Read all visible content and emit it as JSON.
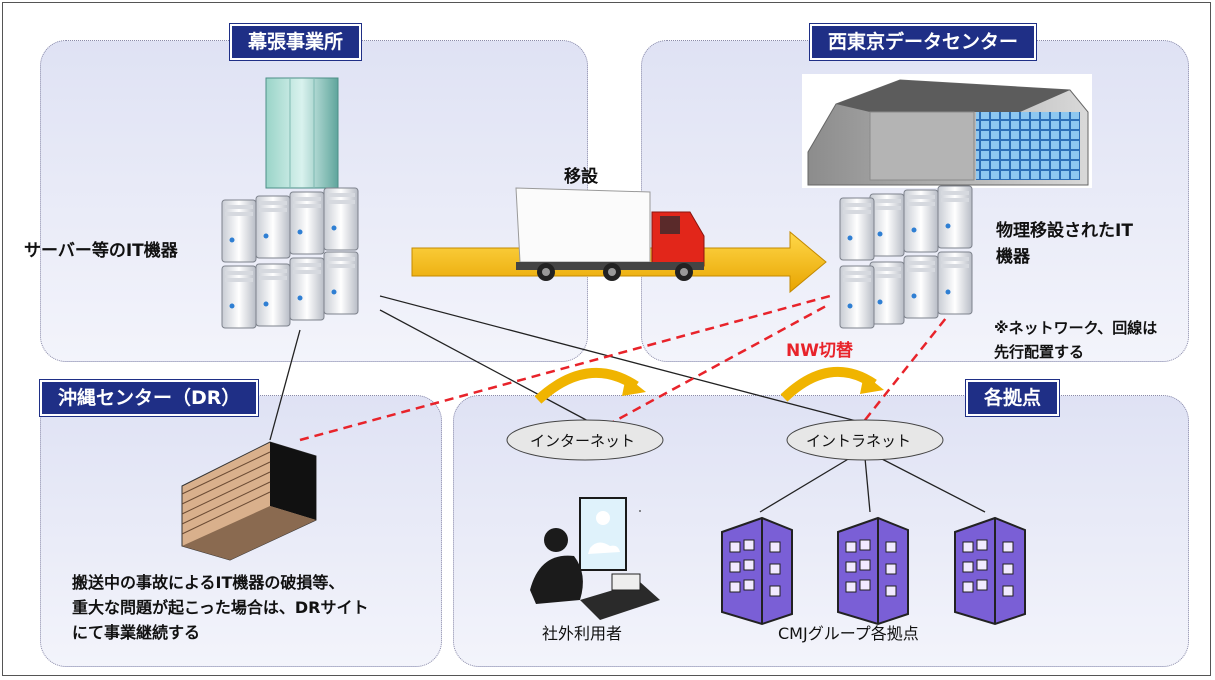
{
  "titles": {
    "makuhari": "幕張事業所",
    "nishitokyo": "西東京データセンター",
    "okinawa": "沖縄センター（DR）",
    "bases": "各拠点"
  },
  "labels": {
    "servers": "サーバー等のIT機器",
    "relocation": "移設",
    "moved_line1": "物理移設されたIT",
    "moved_line2": "機器",
    "note_line1": "※ネットワーク、回線は",
    "note_line2": "先行配置する",
    "nw_switch": "NW切替",
    "internet": "インターネット",
    "intranet": "イントラネット",
    "external_users": "社外利用者",
    "cmj_bases": "CMJグループ各拠点",
    "dr_line1": "搬送中の事故によるIT機器の破損等、",
    "dr_line2": "重大な問題が起こった場合は、DRサイト",
    "dr_line3": "にて事業継続する"
  },
  "colors": {
    "title_bg": "#1f2f86",
    "arrow": "#f5b800",
    "dashed_link": "#e8232a",
    "nw_label": "#e8232a",
    "building_purple": "#7a5fd6"
  }
}
